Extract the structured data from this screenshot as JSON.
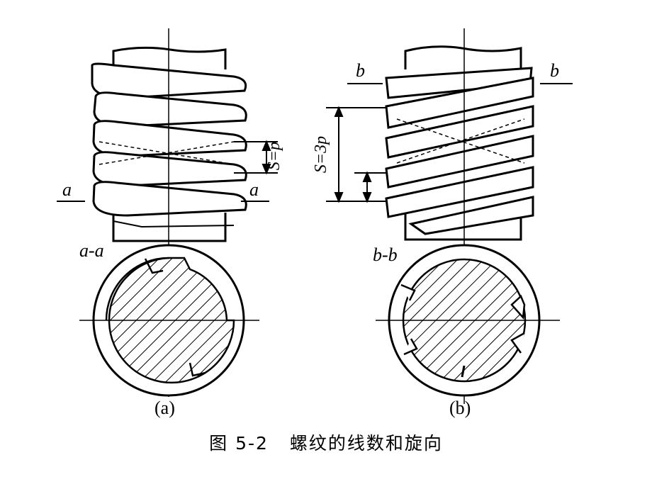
{
  "figure": {
    "left": {
      "subcaption": "(a)",
      "section_label": "a-a",
      "cut_left": "a",
      "cut_right": "a",
      "lead_label": "S=p"
    },
    "right": {
      "subcaption": "(b)",
      "section_label": "b-b",
      "cut_left": "b",
      "cut_right": "b",
      "lead_label": "S=3p"
    },
    "caption": {
      "number": "图 5-2",
      "title": "螺纹的线数和旋向"
    }
  }
}
